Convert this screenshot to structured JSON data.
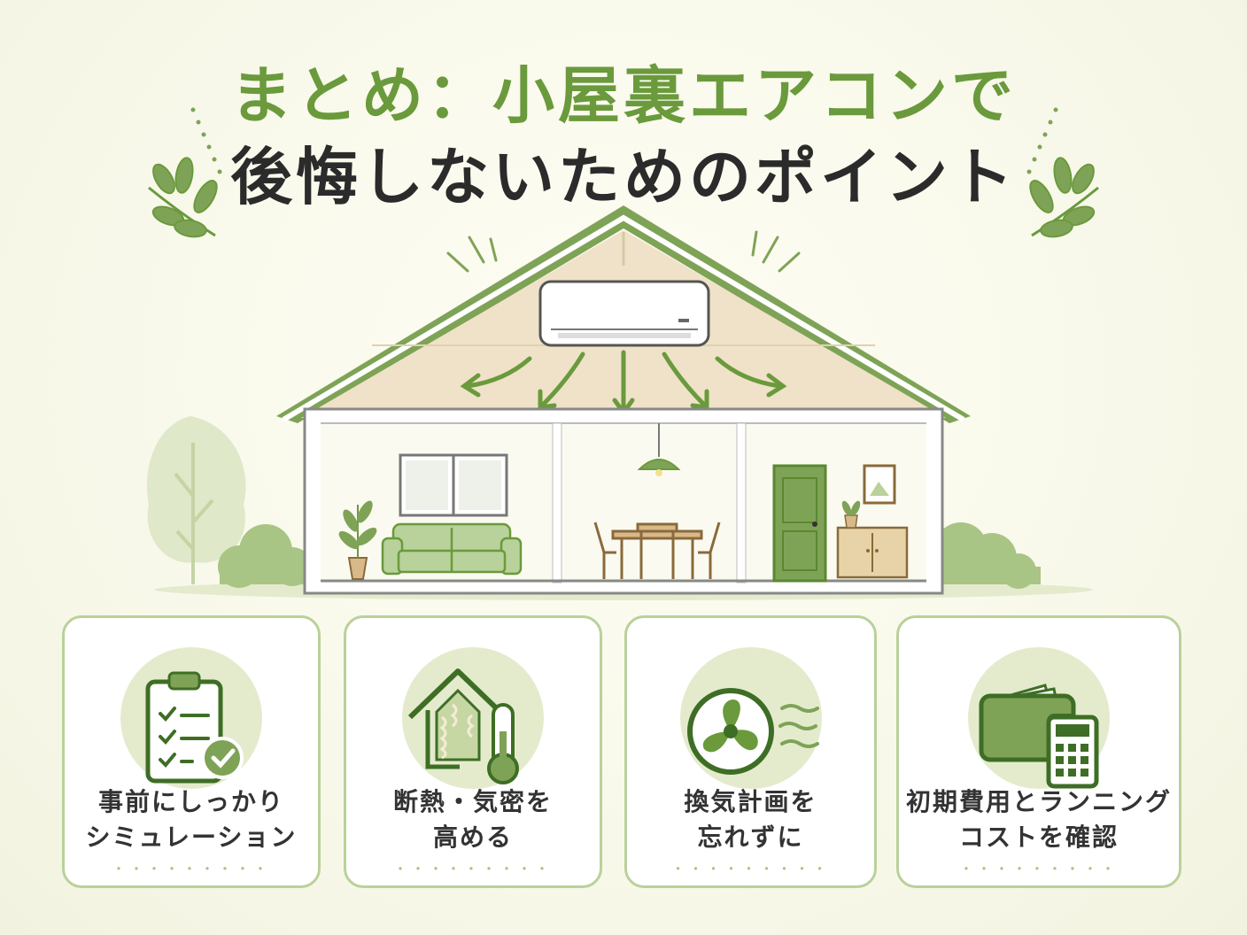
{
  "title": {
    "line1": "まとめ：小屋裏エアコンで",
    "line2": "後悔しないためのポイント"
  },
  "colors": {
    "accent_green": "#6a9a3c",
    "light_green": "#b9d19a",
    "background": "#f7f7e8",
    "text_dark": "#2b2b2b"
  },
  "illustration": {
    "subject": "house-cross-section-with-attic-air-conditioner",
    "icons": [
      "leaf-branch-icon",
      "air-conditioner-icon",
      "airflow-arrow-icon",
      "tree-icon",
      "sofa-icon",
      "dining-table-icon",
      "door-icon",
      "lamp-icon",
      "plant-icon"
    ]
  },
  "cards": [
    {
      "icon": "checklist-icon",
      "line1": "事前にしっかり",
      "line2": "シミュレーション",
      "dots": "・・・・・・・・・"
    },
    {
      "icon": "insulated-house-thermometer-icon",
      "line1": "断熱・気密を",
      "line2": "高める",
      "dots": "・・・・・・・・・"
    },
    {
      "icon": "ventilation-fan-icon",
      "line1": "換気計画を",
      "line2": "忘れずに",
      "dots": "・・・・・・・・・"
    },
    {
      "icon": "wallet-calculator-icon",
      "line1": "初期費用とランニング",
      "line2": "コストを確認",
      "dots": "・・・・・・・・・"
    }
  ]
}
